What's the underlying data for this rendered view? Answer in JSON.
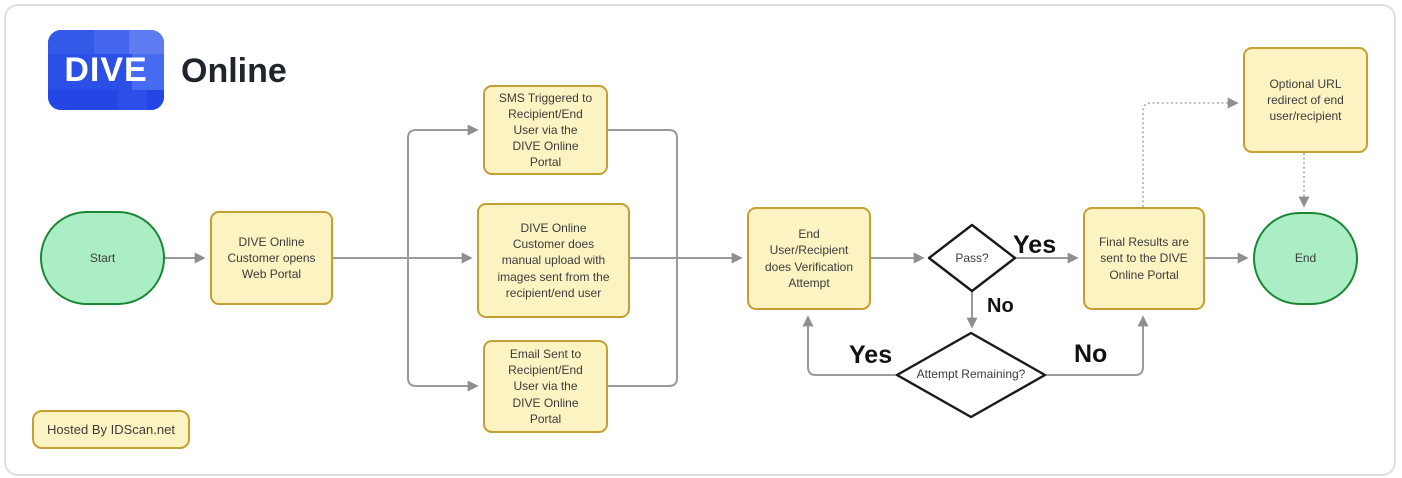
{
  "brand": {
    "logo_text": "DIVE",
    "product": "Online"
  },
  "nodes": {
    "start": {
      "label": "Start",
      "type": "terminal"
    },
    "open_portal": {
      "label": "DIVE Online Customer opens Web Portal",
      "type": "process"
    },
    "sms": {
      "label": "SMS Triggered to Recipient/End User via the DIVE Online Portal",
      "type": "process"
    },
    "manual_upload": {
      "label": "DIVE Online Customer does manual upload with images sent from the recipient/end user",
      "type": "process"
    },
    "email": {
      "label": "Email Sent to Recipient/End User via the DIVE Online Portal",
      "type": "process"
    },
    "verification": {
      "label": "End User/Recipient does Verification Attempt",
      "type": "process"
    },
    "pass_decision": {
      "label": "Pass?",
      "type": "decision"
    },
    "attempt_decision": {
      "label": "Attempt Remaining?",
      "type": "decision"
    },
    "final_results": {
      "label": "Final Results are sent to the DIVE Online Portal",
      "type": "process"
    },
    "optional_redirect": {
      "label": "Optional URL redirect of end user/recipient",
      "type": "process"
    },
    "end": {
      "label": "End",
      "type": "terminal"
    },
    "hosted_by": {
      "label": "Hosted By IDScan.net",
      "type": "process"
    }
  },
  "edge_labels": {
    "pass_yes": "Yes",
    "pass_no": "No",
    "attempt_yes": "Yes",
    "attempt_no": "No"
  },
  "colors": {
    "process_fill": "#FBF3C1",
    "process_border": "#C49F33",
    "terminal_fill": "#ABEDC5",
    "terminal_border": "#1B8733",
    "decision_fill": "#FFFFFF",
    "decision_border": "#1A1A1A",
    "connector": "#9A9A9A",
    "logo_blue": "#2B50E8"
  }
}
